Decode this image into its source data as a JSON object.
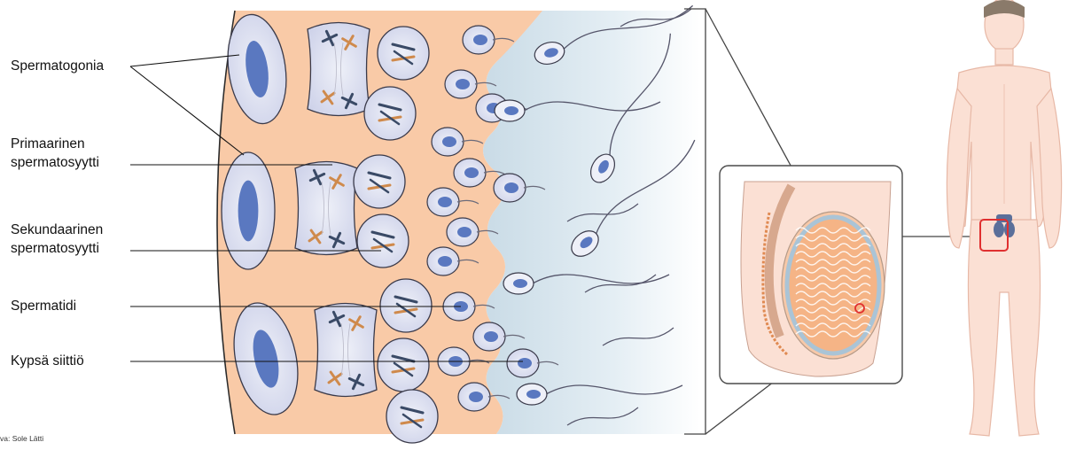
{
  "labels": {
    "spermatogonia": "Spermatogonia",
    "primary_line1": "Primaarinen",
    "primary_line2": "spermatosyytti",
    "secondary_line1": "Sekundaarinen",
    "secondary_line2": "spermatosyytti",
    "spermatid": "Spermatidi",
    "mature_sperm": "Kypsä siittiö"
  },
  "credit": "va: Sole Lätti",
  "colors": {
    "tissue_peach": "#f9caa7",
    "lumen_blue": "#d7e6ef",
    "cell_fill": "#dde0f0",
    "cell_stroke": "#3a3a4a",
    "nucleus_blue": "#5a78c0",
    "chromosome_dark": "#3a4a66",
    "chromosome_orange": "#cf8a4c",
    "skin": "#fbe0d4",
    "highlight_red": "#e03030"
  },
  "icons": {
    "human_figure": "human-body-silhouette-icon",
    "testis_section": "testis-cross-section-icon"
  }
}
